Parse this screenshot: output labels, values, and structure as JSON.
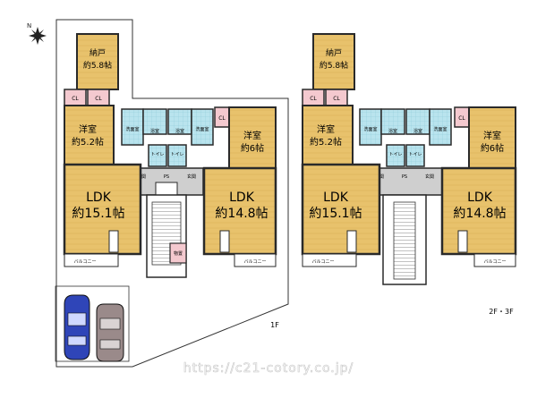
{
  "compass": {
    "north_label": "N"
  },
  "plan_1f": {
    "floor_label": "1F",
    "storage": {
      "name": "納戸",
      "size": "約5.8帖"
    },
    "closets": [
      "CL",
      "CL",
      "CL"
    ],
    "west_bedroom": {
      "name": "洋室",
      "size": "約5.2帖"
    },
    "east_bedroom": {
      "name": "洋室",
      "size": "約6帖"
    },
    "west_ldk": {
      "name": "LDK",
      "size": "約15.1帖"
    },
    "east_ldk": {
      "name": "LDK",
      "size": "約14.8帖"
    },
    "wet_areas": {
      "washroom": "洗面室",
      "bath": "浴室",
      "toilet": "トイレ"
    },
    "entrance": "玄関",
    "pipe_space": "PS",
    "shed": "物置",
    "west_balcony": "バルコニー",
    "east_balcony": "バルコニー"
  },
  "plan_2f3f": {
    "floor_label": "2F・3F",
    "storage": {
      "name": "納戸",
      "size": "約5.8帖"
    },
    "closets": [
      "CL",
      "CL",
      "CL"
    ],
    "west_bedroom": {
      "name": "洋室",
      "size": "約5.2帖"
    },
    "east_bedroom": {
      "name": "洋室",
      "size": "約6帖"
    },
    "west_ldk": {
      "name": "LDK",
      "size": "約15.1帖"
    },
    "east_ldk": {
      "name": "LDK",
      "size": "約14.8帖"
    },
    "wet_areas": {
      "washroom": "洗面室",
      "bath": "浴室",
      "toilet": "トイレ"
    },
    "entrance": "玄関",
    "pipe_space": "PS",
    "west_balcony": "バルコニー",
    "east_balcony": "バルコニー"
  },
  "parking": {
    "car_colors": [
      "#2f45b8",
      "#9a8a8a"
    ]
  },
  "watermark": "https://c21-cotory.co.jp/",
  "colors": {
    "floor_wood": "#e7c06a",
    "floor_wood_dark": "#d4a64a",
    "closet_pink": "#f4c9cf",
    "bath_blue": "#8fd2e0",
    "wall": "#2a2a2a",
    "hall_gray": "#cfcfcf"
  }
}
